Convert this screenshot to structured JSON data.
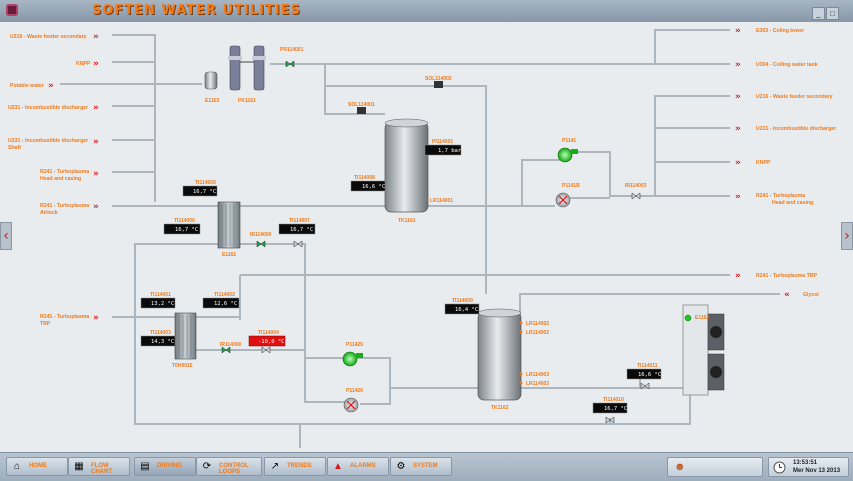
{
  "title": "SOFTEN WATER UTILITIES",
  "colors": {
    "accent": "#f07a1a",
    "arrow": "#d81818",
    "alarm": "#e01010",
    "pump_on": "#1ec81e",
    "pipe": "#b0b8bf"
  },
  "left_inlets": [
    {
      "l1": "U216 - Waste feeder secondary",
      "l2": ""
    },
    {
      "l1": "KNPP",
      "l2": ""
    },
    {
      "l1": "Potable water",
      "l2": ""
    },
    {
      "l1": "U231 - Incombustible discharger",
      "l2": ""
    },
    {
      "l1": "U231 - Incombustible discharger",
      "l2": "Shaft"
    },
    {
      "l1": "R241 - Turboplasma",
      "l2": "Head and casing"
    },
    {
      "l1": "R241 - Turboplasma",
      "l2": "Airlock"
    },
    {
      "l1": "R241 - Turboplasma",
      "l2": "TRP"
    }
  ],
  "right_outlets": [
    {
      "l1": "E303 - Coling tower",
      "l2": ""
    },
    {
      "l1": "U304 - Colling water tank",
      "l2": ""
    },
    {
      "l1": "U216 - Waste feeder secondary",
      "l2": ""
    },
    {
      "l1": "U231 - Incombustible discharger",
      "l2": ""
    },
    {
      "l1": "KNPP",
      "l2": ""
    },
    {
      "l1": "R241 - Turboplasma",
      "l2": "Head and casing"
    },
    {
      "l1": "R241 - Turboplasma TRP",
      "l2": ""
    },
    {
      "l1": "Glycol",
      "l2": ""
    }
  ],
  "equipment": {
    "e1163": "E1163",
    "pk1161": "PK1161",
    "tk1161": "TK1161",
    "tk1162": "TK1162",
    "e1161": "E1161",
    "e1162": "E1162",
    "t0h0015": "T0H0015",
    "p1141": "P1141",
    "p1141b": "P1141B",
    "p11425": "P11425",
    "p11426": "P11426"
  },
  "tags": {
    "pr114001": "PR114001",
    "sol114001": "SOL114001",
    "sol114002": "SOL114002",
    "lr114001": "LR114001",
    "ir114003": "IR114003",
    "ir114000": "IR114000",
    "ir114000b": "IR114000",
    "lr114002": "LR114002",
    "lr114002b": "LR114002",
    "lr114003": "LR114003",
    "lr114003b": "LR114003"
  },
  "readings": [
    {
      "tag": "TI114005",
      "value": "16,7 °C",
      "alarm": false
    },
    {
      "tag": "TI114006",
      "value": "16,7 °C",
      "alarm": false
    },
    {
      "tag": "TI114007",
      "value": "16,7 °C",
      "alarm": false
    },
    {
      "tag": "TI114008",
      "value": "16,6 °C",
      "alarm": false
    },
    {
      "tag": "PI114001",
      "value": "1,7 bar",
      "alarm": false
    },
    {
      "tag": "TI114001",
      "value": "13,2 °C",
      "alarm": false
    },
    {
      "tag": "TI114002",
      "value": "12,6 °C",
      "alarm": false
    },
    {
      "tag": "TI114003",
      "value": "14,3 °C",
      "alarm": false
    },
    {
      "tag": "TI114004",
      "value": "-10,0 °C",
      "alarm": true
    },
    {
      "tag": "TI114009",
      "value": "16,4 °C",
      "alarm": false
    },
    {
      "tag": "TI114011",
      "value": "16,6 °C",
      "alarm": false
    },
    {
      "tag": "TI114010",
      "value": "16,7 °C",
      "alarm": false
    }
  ],
  "nav": [
    {
      "label": "HOME",
      "icon": "home-icon"
    },
    {
      "label": "FLOW CHART",
      "icon": "flowchart-icon"
    },
    {
      "label": "DRIVING",
      "icon": "driving-icon"
    },
    {
      "label": "CONTROL LOOPS",
      "icon": "control-loops-icon"
    },
    {
      "label": "TRENDS",
      "icon": "trends-icon"
    },
    {
      "label": "ALARMS",
      "icon": "alarms-icon"
    },
    {
      "label": "SYSTEM",
      "icon": "system-icon"
    }
  ],
  "clock": {
    "time": "13:53:51",
    "date": "Mer Nov 13 2013"
  }
}
